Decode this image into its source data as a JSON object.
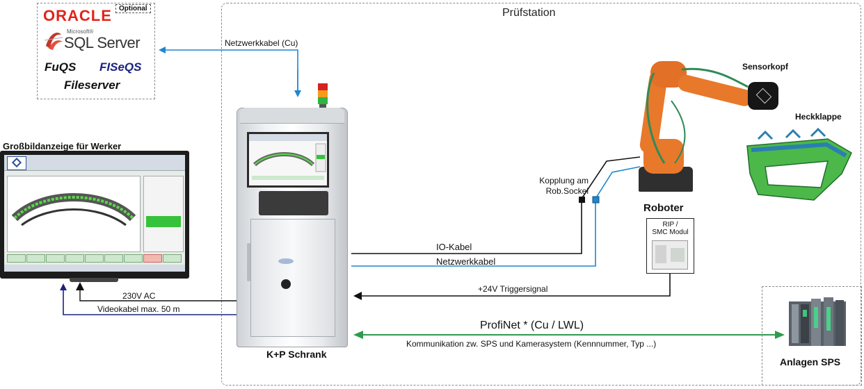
{
  "stations": {
    "pruefstation_title": "Prüfstation",
    "optional_tag": "Optional",
    "plc_title": "Anlagen SPS"
  },
  "database": {
    "oracle": "ORACLE",
    "microsoft": "Microsoft®",
    "sqlserver": "SQL Server",
    "fuqs": "FuQS",
    "fiseqs": "FISeQS",
    "fileserver": "Fileserver"
  },
  "monitor": {
    "title": "Großbildanzeige für Werker"
  },
  "cabinet": {
    "title": "K+P Schrank"
  },
  "robot": {
    "title": "Roboter",
    "sensorhead": "Sensorkopf",
    "tailgate": "Heckklappe",
    "coupling": "Kopplung am Rob.Sockel"
  },
  "rip_module": {
    "line1": "RIP /",
    "line2": "SMC Modul"
  },
  "cables": {
    "network_cu": "Netzwerkkabel  (Cu)",
    "io": "IO-Kabel",
    "network": "Netzwerkkabel",
    "trigger": "+24V Triggersignal",
    "power": "230V AC",
    "video": "Videokabel  max. 50 m",
    "profinet": "ProfiNet *  (Cu / LWL)",
    "profinet_desc": "Kommunikation zw. SPS und Kamerasystem (Kennnummer, Typ ...)"
  },
  "colors": {
    "network": "#1f86d0",
    "io": "#111111",
    "video": "#1a237e",
    "profinet": "#2e9c4e",
    "robot_orange": "#e8782a",
    "oracle_red": "#e2231a"
  }
}
